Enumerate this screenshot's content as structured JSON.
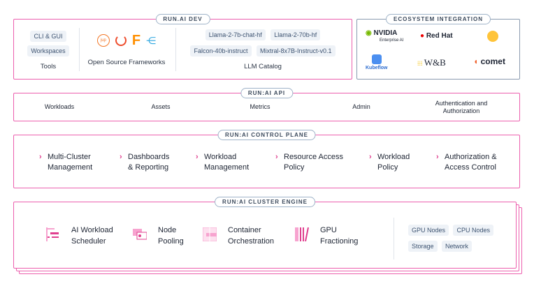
{
  "dev": {
    "title": "RUN.AI DEV",
    "tools": {
      "items": [
        "CLI & GUI",
        "Workspaces"
      ],
      "label": "Tools"
    },
    "frameworks": {
      "icons": [
        "jupyter-icon",
        "pytorch-icon",
        "tensorflow-icon",
        "kubeflow-pipelines-icon"
      ],
      "label": "Open Source Frameworks"
    },
    "llm": {
      "items": [
        "Llama-2-7b-chat-hf",
        "Llama-2-70b-hf",
        "Falcon-40b-instruct",
        "Mixtral-8x7B-Instruct-v0.1"
      ],
      "label": "LLM Catalog"
    }
  },
  "ecosystem": {
    "title": "ECOSYSTEM INTEGRATION",
    "logos": {
      "nvidia": "NVIDIA",
      "nvidia_sub": "Enterprise AI",
      "redhat": "Red Hat",
      "kubeflow": "Kubeflow",
      "wandb": "W&B",
      "comet": "comet"
    }
  },
  "api": {
    "title": "RUN:AI API",
    "items": [
      "Workloads",
      "Assets",
      "Metrics",
      "Admin",
      "Authentication and Authorization"
    ]
  },
  "control": {
    "title": "RUN:AI CONTROL PLANE",
    "items": [
      [
        "Multi-Cluster",
        "Management"
      ],
      [
        "Dashboards",
        "& Reporting"
      ],
      [
        "Workload",
        "Management"
      ],
      [
        "Resource Access",
        "Policy"
      ],
      [
        "Workload",
        "Policy"
      ],
      [
        "Authorization &",
        "Access Control"
      ]
    ]
  },
  "cluster": {
    "title": "RUN:AI CLUSTER ENGINE",
    "items": [
      [
        "AI Workload",
        "Scheduler"
      ],
      [
        "Node",
        "Pooling"
      ],
      [
        "Container",
        "Orchestration"
      ],
      [
        "GPU",
        "Fractioning"
      ]
    ],
    "resources": [
      "GPU Nodes",
      "CPU Nodes",
      "Storage",
      "Network"
    ]
  },
  "colors": {
    "accent": "#ec5fae",
    "ecosystem_border": "#8a9bb0"
  }
}
